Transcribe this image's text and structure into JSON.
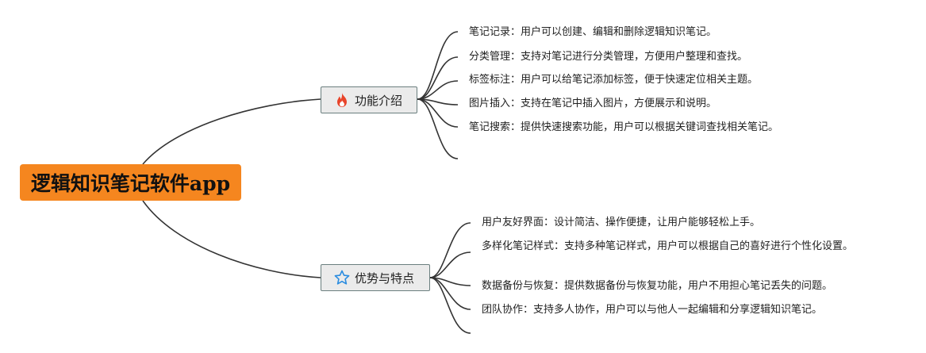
{
  "root": {
    "title": "逻辑知识笔记软件app"
  },
  "branches": [
    {
      "label": "功能介绍",
      "icon": "fire-icon",
      "items": [
        "笔记记录：用户可以创建、编辑和删除逻辑知识笔记。",
        "分类管理：支持对笔记进行分类管理，方便用户整理和查找。",
        "标签标注：用户可以给笔记添加标签，便于快速定位相关主题。",
        "图片插入：支持在笔记中插入图片，方便展示和说明。",
        "笔记搜索：提供快速搜索功能，用户可以根据关键词查找相关笔记。",
        ""
      ]
    },
    {
      "label": "优势与特点",
      "icon": "star-outline-icon",
      "items": [
        "用户友好界面：设计简洁、操作便捷，让用户能够轻松上手。",
        "多样化笔记样式：支持多种笔记样式，用户可以根据自己的喜好进行个性化设置。",
        "数据备份与恢复：提供数据备份与恢复功能，用户不用担心笔记丢失的问题。",
        "团队协作：支持多人协作，用户可以与他人一起编辑和分享逻辑知识笔记。",
        ""
      ]
    }
  ],
  "colors": {
    "root_fill": "#f5861f",
    "branch_fill": "#ebebeb",
    "branch_border": "#6b7f7f",
    "connector": "#333333",
    "fire_icon": "#e8442a",
    "star_icon": "#2a8ce0"
  }
}
